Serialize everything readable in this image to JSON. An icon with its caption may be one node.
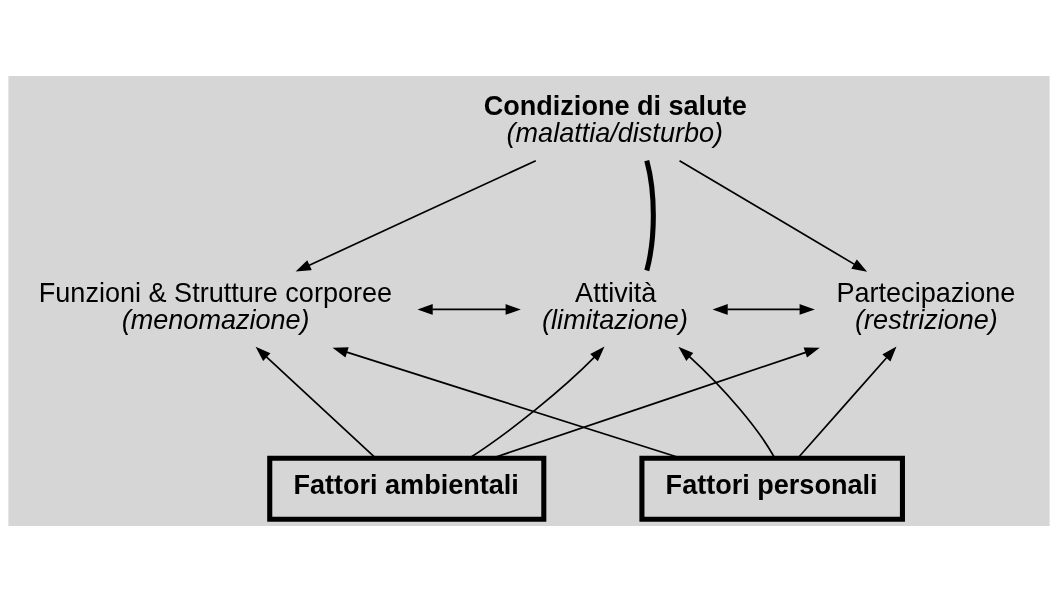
{
  "diagram": {
    "nodes": [
      {
        "text": [
          "Condizione di salute",
          "(malattia/disturbo)"
        ]
      },
      {
        "text": [
          "Funzioni & Strutture corporee",
          "(menomazione)"
        ]
      },
      {
        "text": [
          "Attività",
          "(limitazione)"
        ]
      },
      {
        "text": [
          "Partecipazione",
          "(restrizione)"
        ]
      },
      {
        "text": [
          "Fattori ambientali"
        ]
      },
      {
        "text": [
          "Fattori personali"
        ]
      }
    ],
    "edges": [
      {
        "from": 0,
        "to": 1,
        "arrow": "to"
      },
      {
        "from": 0,
        "to": 2,
        "arrow": "none",
        "style": "thick"
      },
      {
        "from": 0,
        "to": 3,
        "arrow": "to"
      },
      {
        "from": 1,
        "to": 2,
        "arrow": "both"
      },
      {
        "from": 2,
        "to": 3,
        "arrow": "both"
      },
      {
        "from": 4,
        "to": 1,
        "arrow": "to"
      },
      {
        "from": 4,
        "to": 2,
        "arrow": "to"
      },
      {
        "from": 4,
        "to": 3,
        "arrow": "to"
      },
      {
        "from": 5,
        "to": 1,
        "arrow": "to"
      },
      {
        "from": 5,
        "to": 2,
        "arrow": "to"
      },
      {
        "from": 5,
        "to": 3,
        "arrow": "to"
      }
    ]
  }
}
